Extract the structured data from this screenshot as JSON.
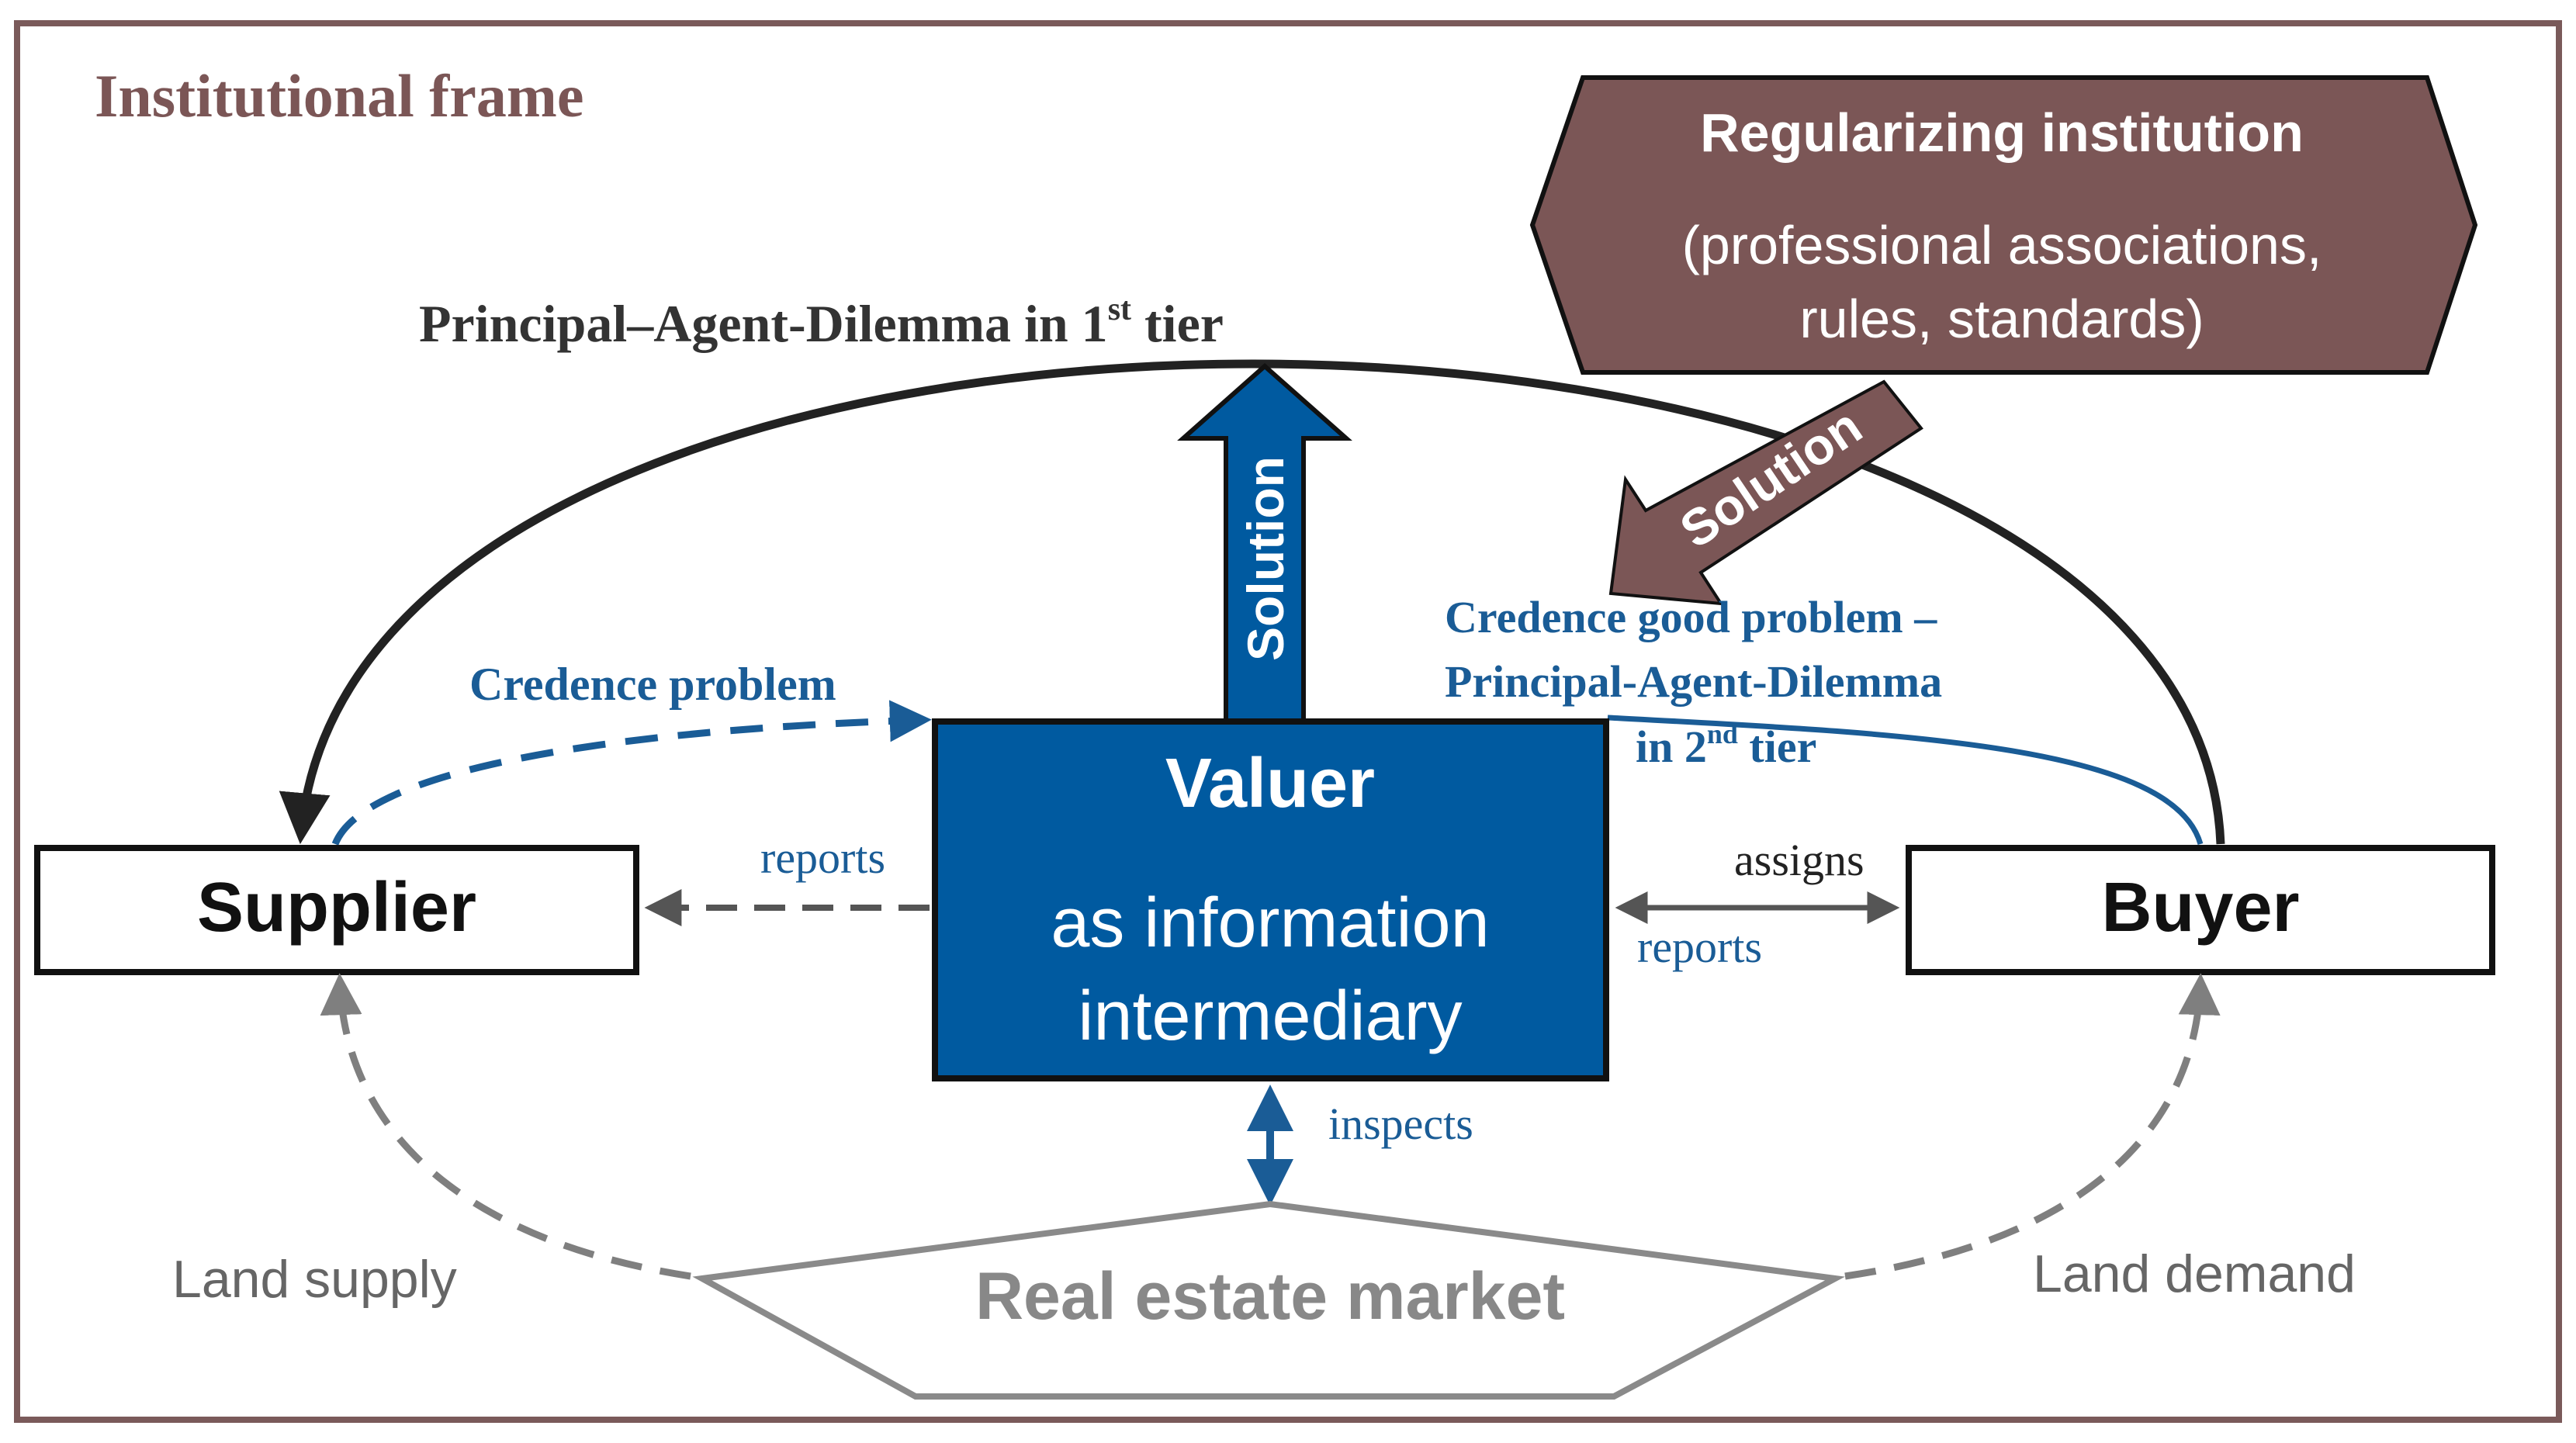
{
  "frame": {
    "title": "Institutional frame"
  },
  "institution": {
    "title": "Regularizing institution",
    "line1": "(professional associations,",
    "line2": "rules, standards)"
  },
  "solution_top": "Solution",
  "solution_diag": "Solution",
  "pad_first": {
    "text": "Principal–Agent-Dilemma in 1",
    "sup": "st",
    "suffix": " tier"
  },
  "credence_problem": "Credence problem",
  "credence_good": {
    "line1": "Credence good problem –",
    "line2": "Principal-Agent-Dilemma",
    "line3_prefix": "in 2",
    "line3_sup": "nd",
    "line3_suffix": " tier"
  },
  "supplier": "Supplier",
  "buyer": "Buyer",
  "valuer": {
    "title": "Valuer",
    "line1": "as information",
    "line2": "intermediary"
  },
  "labels": {
    "reports_left": "reports",
    "assigns": "assigns",
    "reports_right": "reports",
    "inspects": "inspects",
    "land_supply": "Land supply",
    "land_demand": "Land demand",
    "market": "Real estate market"
  },
  "colors": {
    "frame_border": "#7a5a5a",
    "frame_title": "#7b5656",
    "institution_fill": "#7b5656",
    "valuer_fill": "#005aa0",
    "blue_text": "#1a5c96",
    "dark": "#222222",
    "gray": "#7f7f7f"
  }
}
